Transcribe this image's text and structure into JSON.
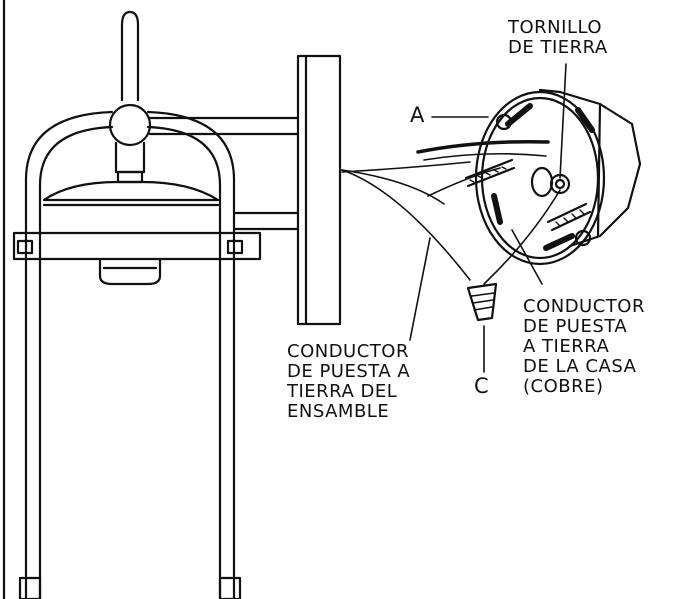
{
  "labels": {
    "ground_screw": [
      "TORNILLO",
      "DE TIERRA"
    ],
    "letter_a": "A",
    "letter_c": "C",
    "house_ground": [
      "CONDUCTOR",
      "DE PUESTA",
      "A TIERRA",
      "DE LA CASA",
      "(COBRE)"
    ],
    "fixture_ground": [
      "CONDUCTOR",
      "DE PUESTA A",
      "TIERRA DEL",
      "ENSAMBLE"
    ]
  },
  "colors": {
    "ink": "#111111",
    "background": "#ffffff"
  }
}
